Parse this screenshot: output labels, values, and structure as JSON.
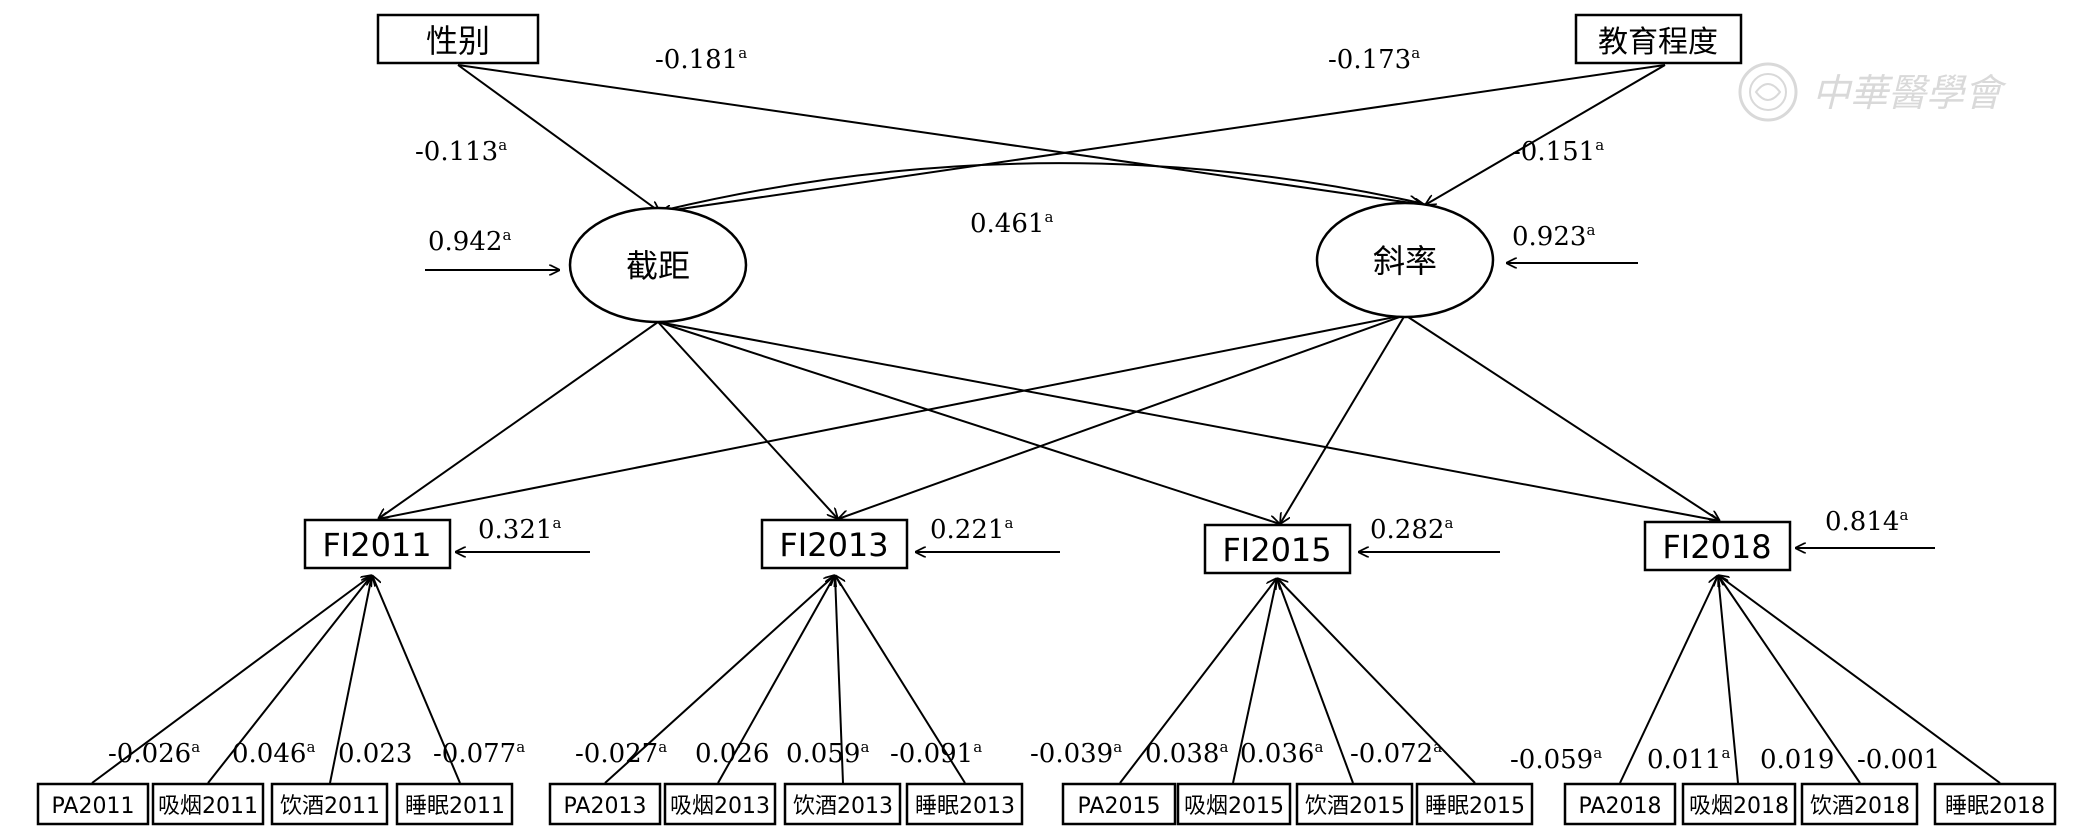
{
  "nodes": {
    "gender": "性别",
    "education": "教育程度",
    "intercept": "截距",
    "slope": "斜率",
    "fi2011": "FI2011",
    "fi2013": "FI2013",
    "fi2015": "FI2015",
    "fi2018": "FI2018",
    "pa2011": "PA2011",
    "smoke2011": "吸烟2011",
    "drink2011": "饮酒2011",
    "sleep2011": "睡眠2011",
    "pa2013": "PA2013",
    "smoke2013": "吸烟2013",
    "drink2013": "饮酒2013",
    "sleep2013": "睡眠2013",
    "pa2015": "PA2015",
    "smoke2015": "吸烟2015",
    "drink2015": "饮酒2015",
    "sleep2015": "睡眠2015",
    "pa2018": "PA2018",
    "smoke2018": "吸烟2018",
    "drink2018": "饮酒2018",
    "sleep2018": "睡眠2018"
  },
  "coefficients": {
    "gender_slope": "-0.181",
    "edu_intercept": "-0.173",
    "gender_intercept": "-0.113",
    "edu_slope": "-0.151",
    "intercept_slope_cov": "0.461",
    "intercept_resid": "0.942",
    "slope_resid": "0.923",
    "fi2011_resid": "0.321",
    "fi2013_resid": "0.221",
    "fi2015_resid": "0.282",
    "fi2018_resid": "0.814",
    "pa2011": "-0.026",
    "smoke2011": "0.046",
    "drink2011": "0.023",
    "sleep2011": "-0.077",
    "pa2013": "-0.027",
    "smoke2013": "0.026",
    "drink2013": "0.059",
    "sleep2013": "-0.091",
    "pa2015": "-0.039",
    "smoke2015": "0.038",
    "drink2015": "0.036",
    "sleep2015": "-0.072",
    "pa2018": "-0.059",
    "smoke2018": "0.011",
    "drink2018": "0.019",
    "sleep2018": "-0.001"
  },
  "superscript": "a",
  "watermark": "中華醫學會"
}
